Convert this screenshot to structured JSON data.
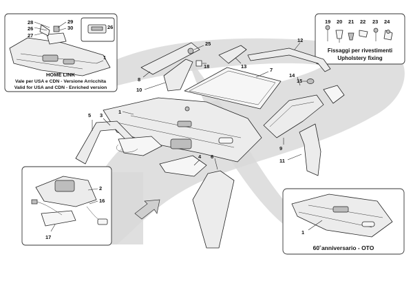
{
  "home_link": {
    "title": "HOME LINK",
    "line1": "Vale per USA e CDN - Versione Arricchita",
    "line2": "Valid for USA and CDN - Enriched version"
  },
  "upholstery": {
    "title_it": "Fissaggi per rivestimenti",
    "title_en": "Upholstery fixing"
  },
  "anniversary": {
    "caption": "60˚anniversario - OTO"
  },
  "callouts": {
    "c1": "1",
    "c2": "2",
    "c3": "3",
    "c4": "4",
    "c5": "5",
    "c6": "6",
    "c7": "7",
    "c8": "8",
    "c9": "9",
    "c10": "10",
    "c11": "11",
    "c12": "12",
    "c13": "13",
    "c14": "14",
    "c15": "15",
    "c16": "16",
    "c17": "17",
    "c18": "18",
    "c19": "19",
    "c20": "20",
    "c21": "21",
    "c22": "22",
    "c23": "23",
    "c24": "24",
    "c25": "25",
    "c26": "26",
    "c27": "27",
    "c28": "28",
    "c29": "29",
    "c30": "30"
  },
  "colors": {
    "watermark_fill": "#d9d9d9",
    "part_fill": "#ececec",
    "line": "#222222"
  }
}
